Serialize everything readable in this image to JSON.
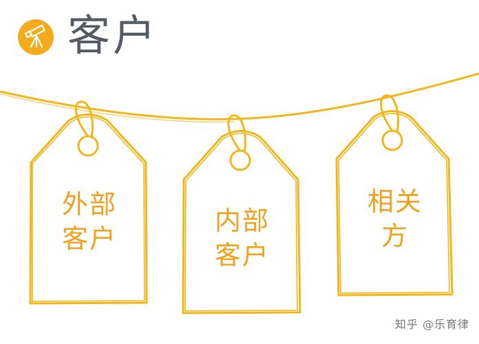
{
  "header": {
    "title": "客户",
    "icon": "telescope-icon"
  },
  "colors": {
    "accent": "#f2ac1c",
    "line": "#f2b61c",
    "tag_text": "#eea21f",
    "title": "#555b63"
  },
  "tags": [
    {
      "line1": "外部",
      "line2": "客户"
    },
    {
      "line1": "内部",
      "line2": "客户"
    },
    {
      "line1": "相关",
      "line2": "方"
    }
  ],
  "watermark": "知乎 @乐育律"
}
